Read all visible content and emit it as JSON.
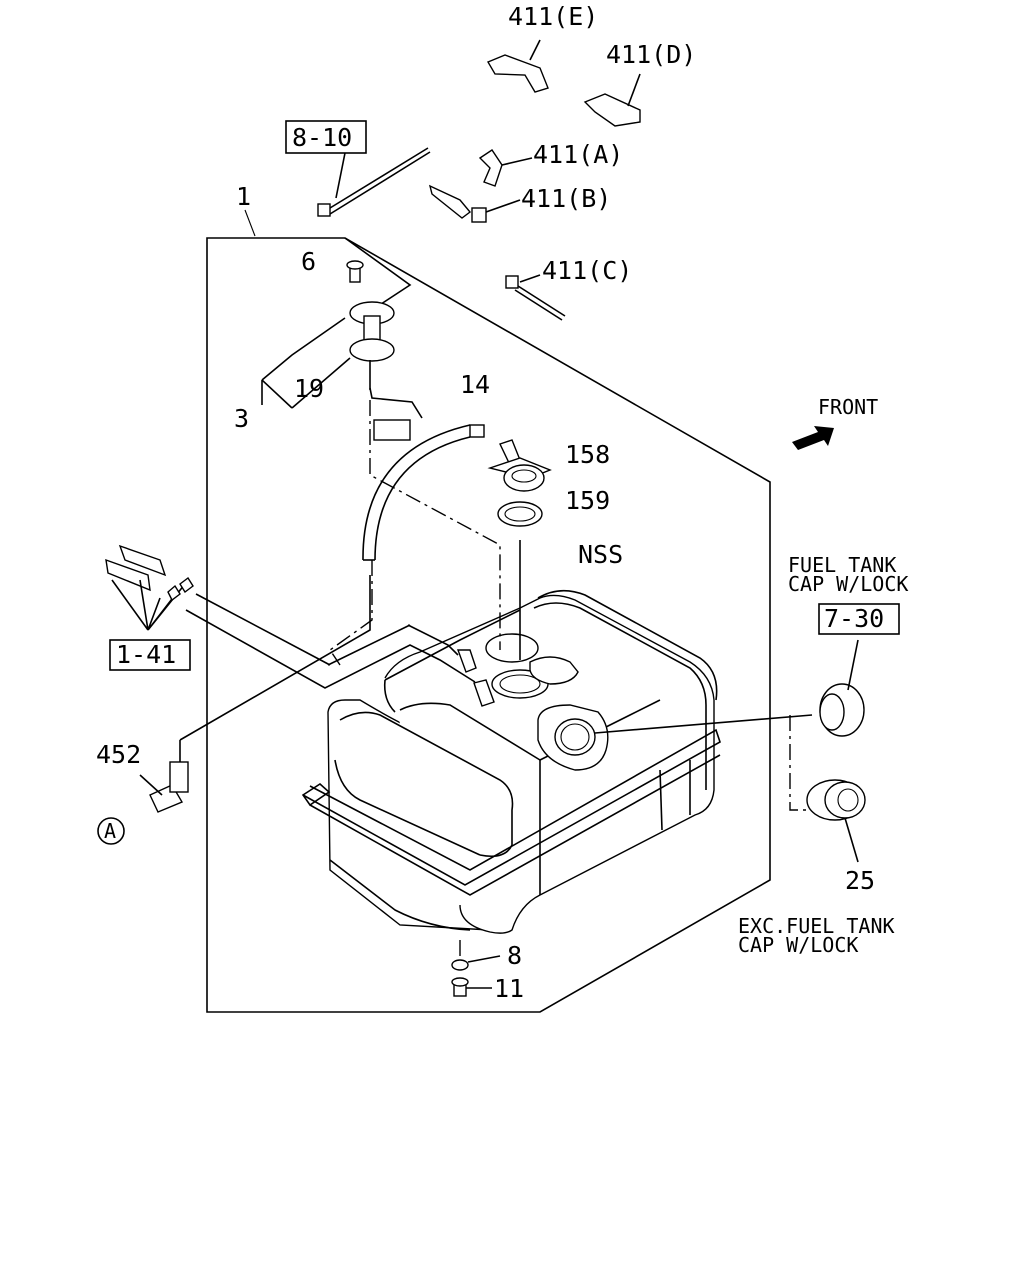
{
  "labels": {
    "p411e": "411(E)",
    "p411d": "411(D)",
    "p411a": "411(A)",
    "p411b": "411(B)",
    "p411c": "411(C)",
    "ref810": "8-10",
    "p1": "1",
    "p6": "6",
    "p3": "3",
    "p19": "19",
    "p14": "14",
    "p158": "158",
    "p159": "159",
    "nss": "NSS",
    "front": "FRONT",
    "cap_lock_1": "FUEL TANK",
    "cap_lock_2": "CAP W/LOCK",
    "ref730": "7-30",
    "ref141": "1-41",
    "p452": "452",
    "circle_a": "A",
    "p25": "25",
    "exc_1": "EXC.FUEL TANK",
    "exc_2": "CAP W/LOCK",
    "p8": "8",
    "p11": "11"
  }
}
